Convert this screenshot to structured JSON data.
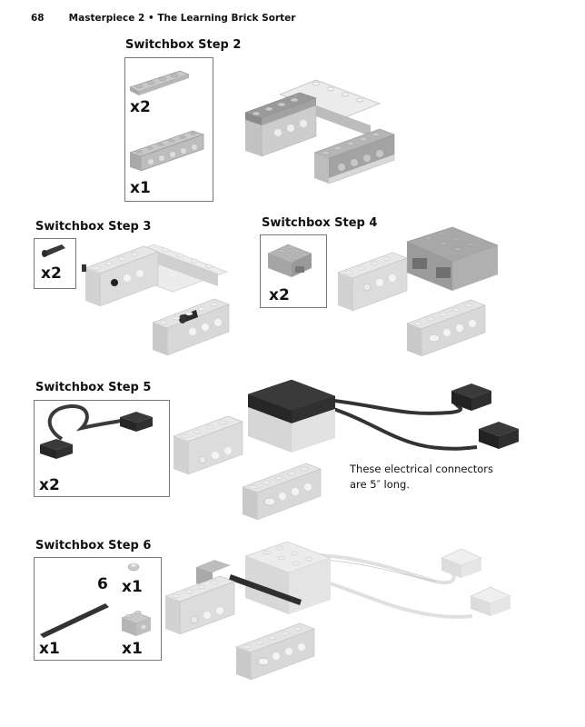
{
  "header": {
    "page_number": "68",
    "running_title": "Masterpiece 2 • The Learning Brick Sorter"
  },
  "steps": [
    {
      "title": "Switchbox Step 2",
      "parts": [
        {
          "name": "1x4 plate",
          "quantity": "x2"
        },
        {
          "name": "1x6 technic beam",
          "quantity": "x1"
        }
      ]
    },
    {
      "title": "Switchbox Step 3",
      "parts": [
        {
          "name": "technic connector pin",
          "quantity": "x2"
        }
      ]
    },
    {
      "title": "Switchbox Step 4",
      "parts": [
        {
          "name": "2x3 electric brick",
          "quantity": "x2"
        }
      ]
    },
    {
      "title": "Switchbox Step 5",
      "parts": [
        {
          "name": "electrical connector cable",
          "quantity": "x2"
        }
      ],
      "note_line1": "These electrical connectors",
      "note_line2": "are 5″ long."
    },
    {
      "title": "Switchbox Step 6",
      "parts": [
        {
          "name": "axle",
          "length_label": "6",
          "quantity": "x1"
        },
        {
          "name": "bushing",
          "quantity": "x1"
        },
        {
          "name": "1x2 technic brick",
          "quantity": "x1"
        }
      ]
    }
  ],
  "colors": {
    "light_gray": "#d9d9d9",
    "mid_gray": "#a8a8a8",
    "dark": "#2b2b2b",
    "box_border": "#777777"
  }
}
